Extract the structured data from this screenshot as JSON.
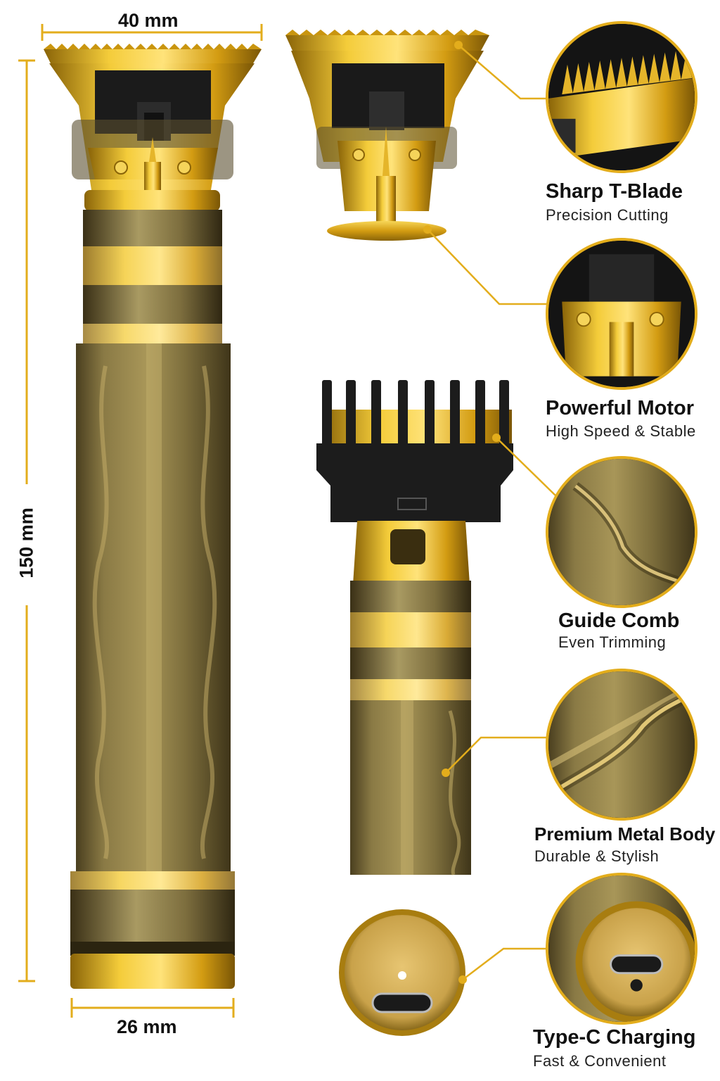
{
  "dimensions": {
    "width_top": "40 mm",
    "height": "150 mm",
    "width_bottom": "26 mm"
  },
  "features": [
    {
      "title": "Sharp T-Blade",
      "subtitle": "Precision Cutting"
    },
    {
      "title": "Powerful Motor",
      "subtitle": "High Speed & Stable"
    },
    {
      "title": "Guide Comb",
      "subtitle": "Even Trimming"
    },
    {
      "title": "Premium Metal Body",
      "subtitle": "Durable & Stylish"
    },
    {
      "title": "Type-C Charging",
      "subtitle": "Fast & Convenient"
    }
  ],
  "colors": {
    "accent": "#e3ad1c",
    "gold": "#d9a923",
    "bronze": "#8a7a45",
    "dark": "#111111"
  }
}
